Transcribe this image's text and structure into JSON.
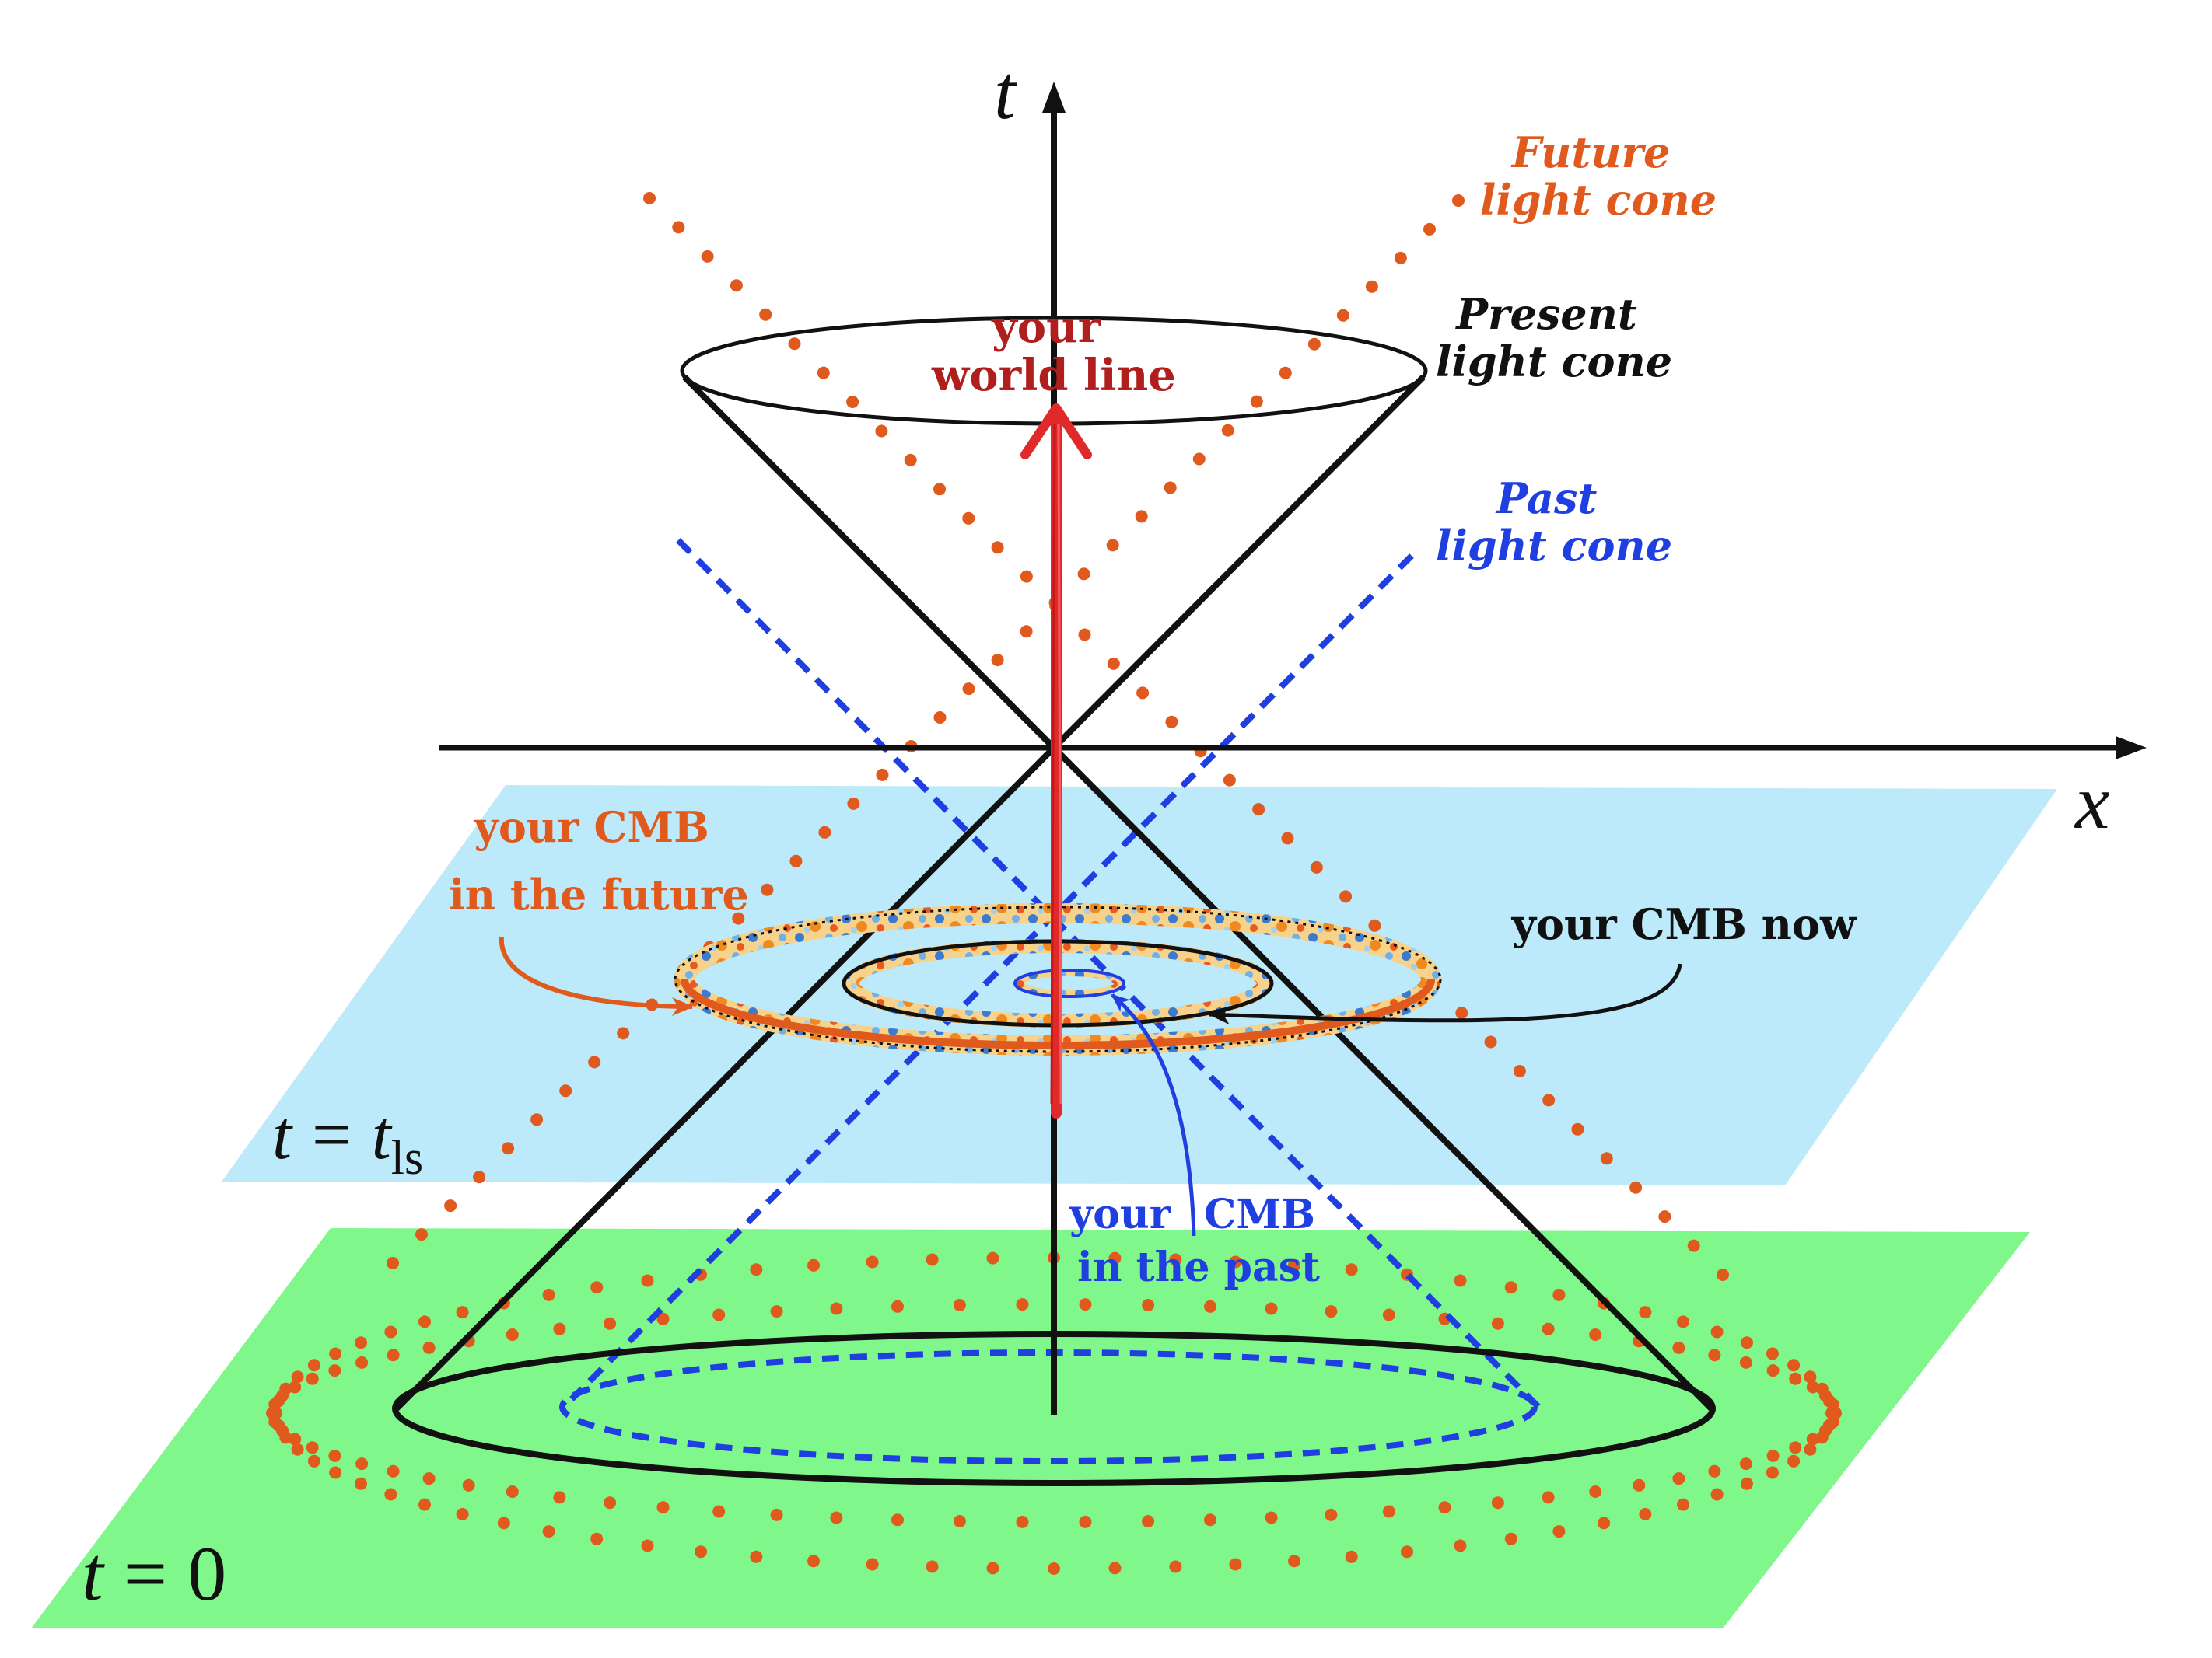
{
  "axes": {
    "t_label": "t",
    "x_label": "x"
  },
  "planes": {
    "tls_label_t": "t",
    "tls_label_eq": "=",
    "tls_label_t2": "t",
    "tls_label_sub": "ls",
    "zero_label_t": "t",
    "zero_label_eq": "=",
    "zero_label_val": "0"
  },
  "labels": {
    "world_line_1": "your",
    "world_line_2": "world line",
    "future_cone_1": "Future",
    "future_cone_2": "light cone",
    "present_cone_1": "Present",
    "present_cone_2": "light cone",
    "past_cone_1": "Past",
    "past_cone_2": "light cone",
    "cmb_future_1": "your CMB",
    "cmb_future_2": "in the future",
    "cmb_now": "your CMB now",
    "cmb_past_1a": "your",
    "cmb_past_1b": "CMB",
    "cmb_past_2": "in the past"
  },
  "colors": {
    "future": "#e05a1e",
    "past": "#1f3fe0",
    "present": "#111111",
    "world_line": "#b01e1e",
    "world_line_stroke": "#e02a2a",
    "plane_tls": "#bdeafa",
    "plane_zero": "#80f78a",
    "cmb_hot": "#f0a030",
    "cmb_cold": "#3a7ad0"
  }
}
